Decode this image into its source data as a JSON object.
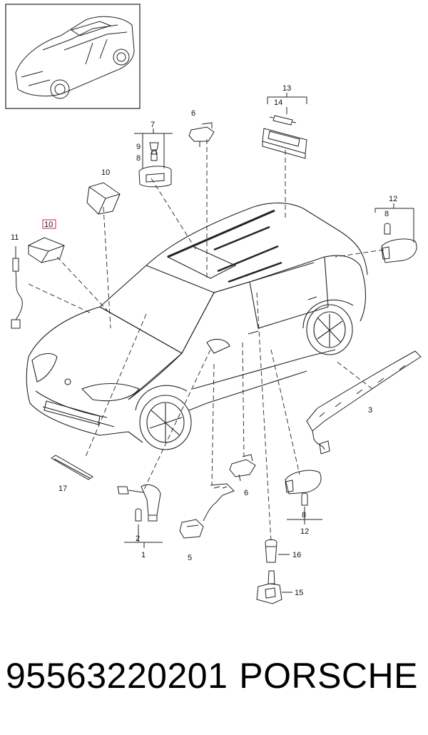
{
  "callouts": {
    "c1": "1",
    "c2": "2",
    "c3": "3",
    "c5": "5",
    "c6a": "6",
    "c6b": "6",
    "c7": "7",
    "c8a": "8",
    "c8b": "8",
    "c8c": "8",
    "c9": "9",
    "c10a": "10",
    "c10b": "10",
    "c11": "11",
    "c12a": "12",
    "c12b": "12",
    "c13": "13",
    "c14": "14",
    "c15": "15",
    "c16": "16",
    "c17": "17"
  },
  "footer": {
    "part_number": "95563220201",
    "brand": "PORSCHE"
  },
  "colors": {
    "highlight": "#e0455a",
    "line": "#222222"
  }
}
